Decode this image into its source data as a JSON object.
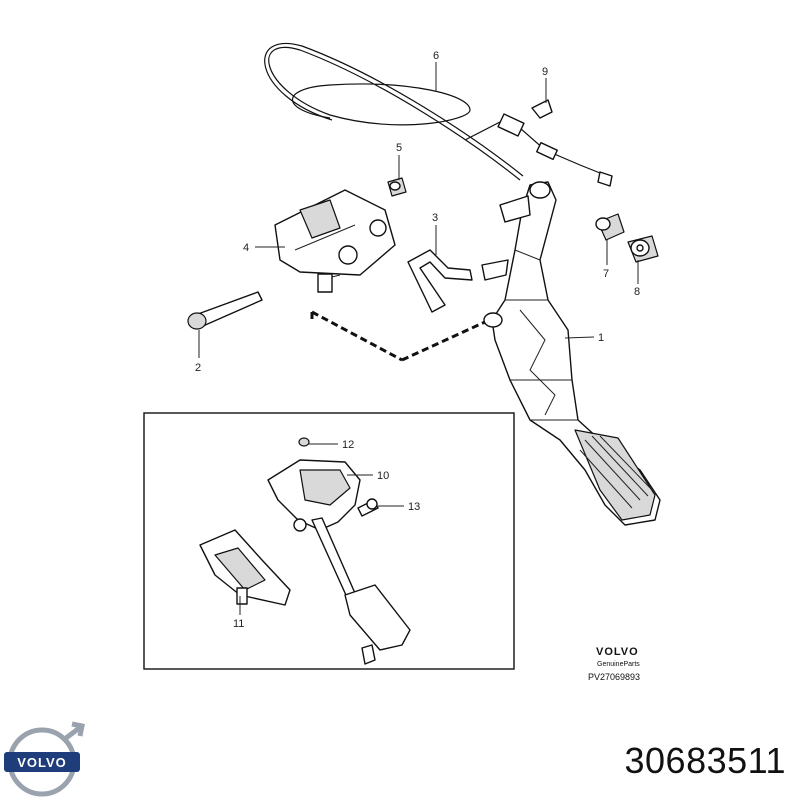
{
  "callouts": {
    "c1": "1",
    "c2": "2",
    "c3": "3",
    "c4": "4",
    "c5": "5",
    "c6": "6",
    "c7": "7",
    "c8": "8",
    "c9": "9",
    "c10": "10",
    "c11": "11",
    "c12": "12",
    "c13": "13"
  },
  "branding": {
    "brand": "VOLVO",
    "tagline": "GenuineParts",
    "diagram_code": "PV27069893",
    "logo_text": "VOLVO"
  },
  "part_number": "30683511",
  "colors": {
    "logo_blue": "#1f3d7a",
    "logo_ring": "#9aa3ad",
    "ink": "#111111"
  }
}
